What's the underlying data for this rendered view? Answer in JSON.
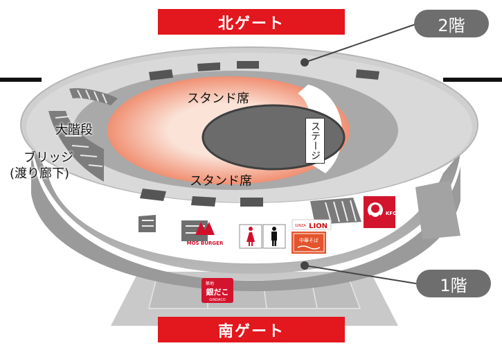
{
  "gates": {
    "north": "北ゲート",
    "south": "南ゲート"
  },
  "floors": {
    "upper": "2階",
    "lower": "1階"
  },
  "areas": {
    "seats_top": "スタンド席",
    "seats_bottom": "スタンド席",
    "stage": "ステージ",
    "grand_stairs": "大階段",
    "bridge_line1": "ブリッジ",
    "bridge_line2": "(渡り廊下)"
  },
  "shops": {
    "mos": "MOS BURGER",
    "lion_small": "GINZA",
    "lion": "LION",
    "kfc": "KFC",
    "gindaco": "銀だこ",
    "gindaco_sub": "築地",
    "gindaco_en": "GINDACO",
    "ramen": "中華そば"
  },
  "colors": {
    "gate_red": "#e3171e",
    "tag_gray": "#6e6e6e",
    "stand_salmon": "#ef8a6a",
    "concrete": "#a9a9a9"
  },
  "icons": [
    "restroom-female-icon",
    "restroom-male-icon",
    "stairs-icon",
    "pointer-dot-icon"
  ]
}
